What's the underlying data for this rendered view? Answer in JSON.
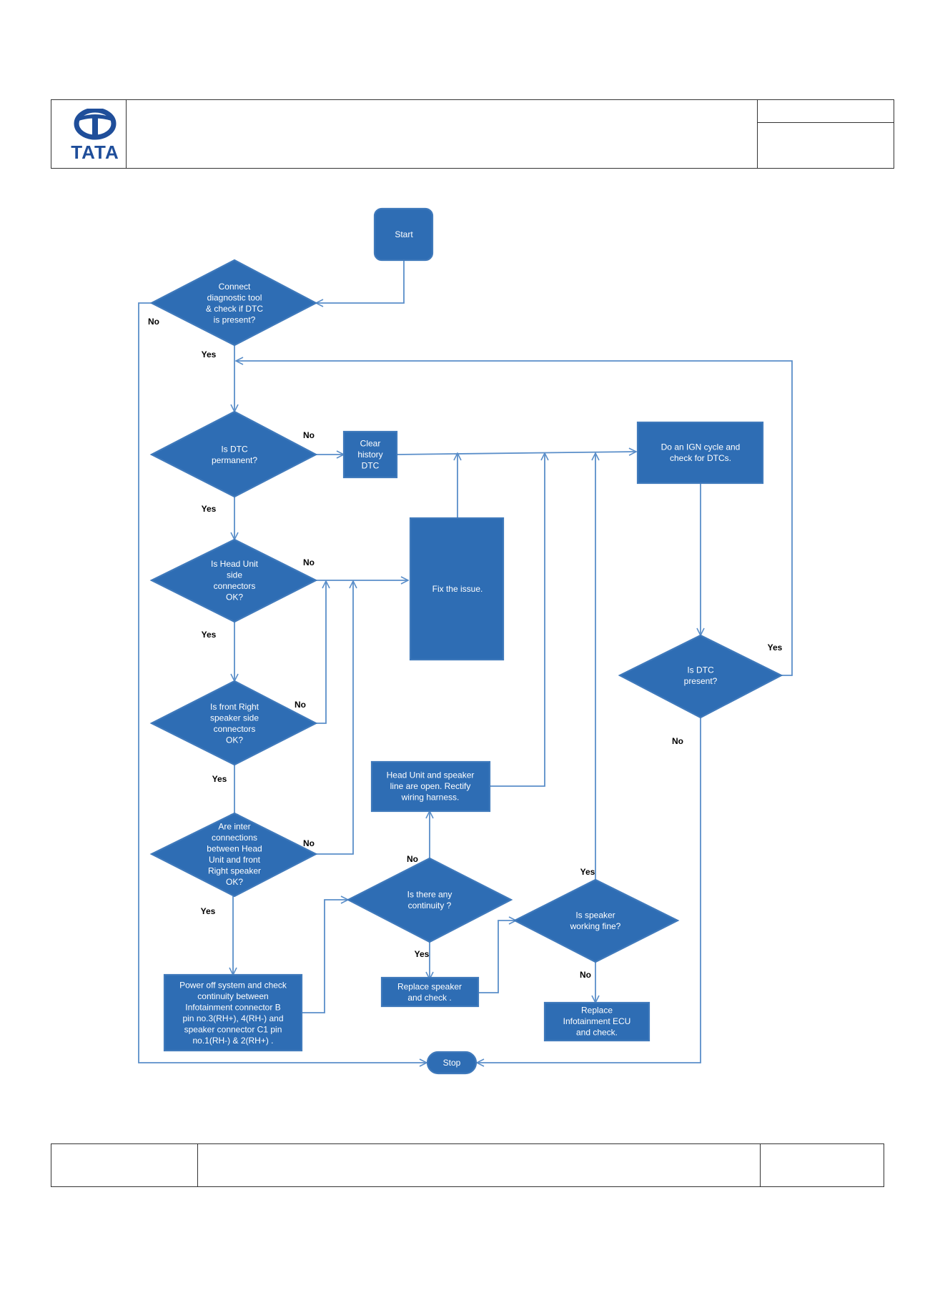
{
  "brand": {
    "name": "TATA",
    "color": "#1f4e9a"
  },
  "colors": {
    "node_fill": "#2e6db4",
    "node_stroke": "#3f79bb",
    "connector": "#5a8ec9",
    "label": "#000000",
    "node_text": "#ffffff"
  },
  "flowchart": {
    "nodes": {
      "start": "Start",
      "connect_tool": [
        "Connect",
        "diagnostic tool",
        "& check if DTC",
        "is present?"
      ],
      "dtc_permanent": [
        "Is DTC",
        "permanent?"
      ],
      "clear_history": [
        "Clear",
        "history",
        "DTC"
      ],
      "ign_cycle": [
        "Do an IGN cycle and",
        "check for DTCs."
      ],
      "head_unit_connectors": [
        "Is  Head Unit",
        "side",
        "connectors",
        "OK?"
      ],
      "fix_issue": "Fix the issue.",
      "front_right_speaker": [
        "Is front Right",
        "speaker side",
        "connectors",
        "OK?"
      ],
      "dtc_present": [
        "Is DTC",
        "present?"
      ],
      "inter_connections": [
        "Are inter",
        "connections",
        "between Head",
        "Unit and front",
        "Right speaker",
        "OK?"
      ],
      "head_unit_line_open": [
        "Head Unit and speaker",
        "line are open. Rectify",
        "wiring harness."
      ],
      "continuity": [
        "Is there any",
        "continuity ?"
      ],
      "speaker_working": [
        "Is speaker",
        "working fine?"
      ],
      "power_off": [
        "Power off system and check",
        "continuity between",
        "Infotainment connector B",
        "pin no.3(RH+), 4(RH-) and",
        "speaker connector C1 pin",
        "no.1(RH-) & 2(RH+) ."
      ],
      "replace_speaker": [
        "Replace speaker",
        "and  check ."
      ],
      "replace_ecu": [
        "Replace",
        "Infotainment ECU",
        "and check."
      ],
      "stop": "Stop"
    },
    "labels": {
      "connect_no": "No",
      "connect_yes": "Yes",
      "permanent_no": "No",
      "permanent_yes": "Yes",
      "head_no": "No",
      "head_yes": "Yes",
      "speaker_side_no": "No",
      "speaker_side_yes": "Yes",
      "inter_no": "No",
      "inter_yes": "Yes",
      "continuity_no": "No",
      "continuity_yes": "Yes",
      "working_yes": "Yes",
      "working_no": "No",
      "dtc_present_yes": "Yes",
      "dtc_present_no": "No"
    }
  }
}
